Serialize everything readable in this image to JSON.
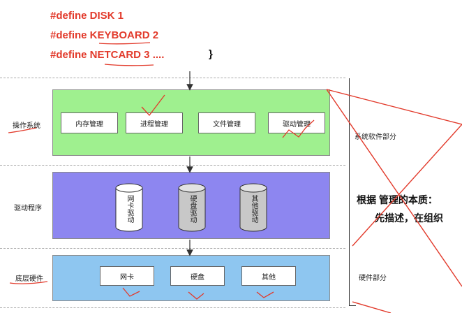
{
  "code": {
    "lines": [
      "#define DISK 1",
      "#define KEYBOARD 2",
      "#define NETCARD 3 ...."
    ],
    "brace": "}"
  },
  "layers": {
    "os": {
      "label": "操作系统",
      "modules": [
        "内存管理",
        "进程管理",
        "文件管理",
        "驱动管理"
      ],
      "color": "#9ff08f"
    },
    "drivers": {
      "label": "驱动程序",
      "cylinders": [
        "网卡驱动",
        "硬盘驱动",
        "其他驱动"
      ],
      "color": "#8d86f0"
    },
    "hardware": {
      "label": "底层硬件",
      "modules": [
        "网卡",
        "硬盘",
        "其他"
      ],
      "color": "#8ec6f0"
    }
  },
  "side": {
    "software_label": "系统软件部分",
    "hardware_label": "硬件部分"
  },
  "note": {
    "line1": "根据 管理的本质：",
    "line2": "先描述，在组织"
  },
  "colors": {
    "annotation_red": "#e23a2b"
  }
}
